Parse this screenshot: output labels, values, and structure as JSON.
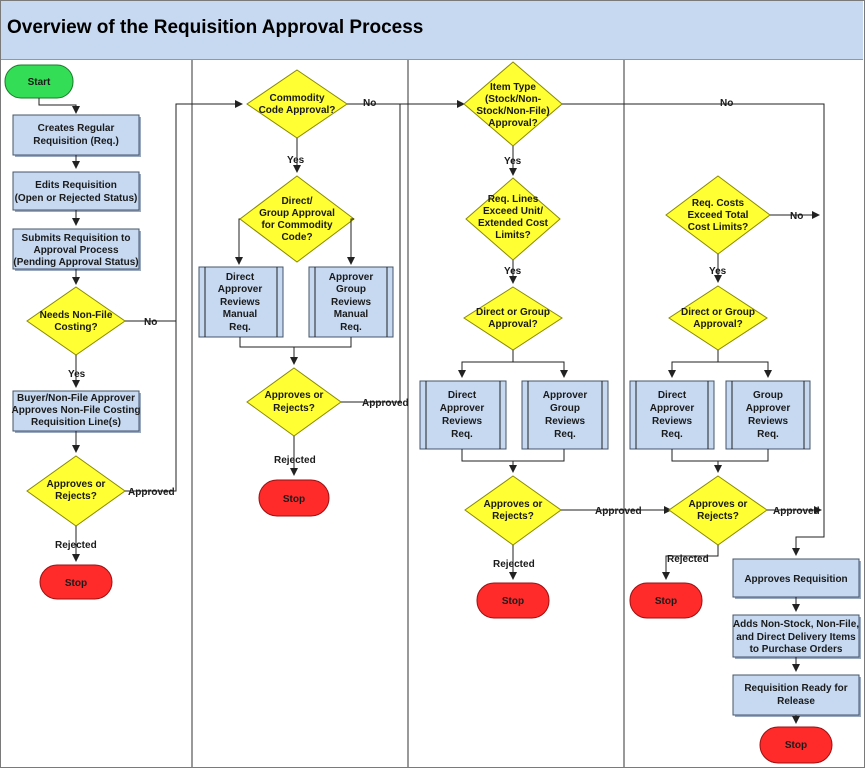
{
  "title": "Overview of the Requisition Approval Process",
  "nodes": {
    "start": "Start",
    "create": [
      "Creates Regular",
      "Requisition (Req.)"
    ],
    "edit": [
      "Edits Requisition",
      "(Open or Rejected Status)"
    ],
    "submit": [
      "Submits Requisition to",
      "Approval Process",
      "(Pending Approval Status)"
    ],
    "needs_nonfile": [
      "Needs Non-File",
      "Costing?"
    ],
    "buyer": [
      "Buyer/Non-File Approver",
      "Approves Non-File Costing",
      "Requisition Line(s)"
    ],
    "approves1": [
      "Approves or",
      "Rejects?"
    ],
    "stop1": "Stop",
    "commodity": [
      "Commodity",
      "Code Approval?"
    ],
    "direct_group_commodity": [
      "Direct/",
      "Group Approval",
      "for Commodity",
      "Code?"
    ],
    "direct_manual": [
      "Direct",
      "Approver",
      "Reviews",
      "Manual",
      "Req."
    ],
    "group_manual": [
      "Approver",
      "Group",
      "Reviews",
      "Manual",
      "Req."
    ],
    "approves2": [
      "Approves or",
      "Rejects?"
    ],
    "stop2": "Stop",
    "itemtype": [
      "Item Type",
      "(Stock/Non-",
      "Stock/Non-File)",
      "Approval?"
    ],
    "reqlines": [
      "Req. Lines",
      "Exceed Unit/",
      "Extended Cost",
      "Limits?"
    ],
    "dg3": [
      "Direct or Group",
      "Approval?"
    ],
    "direct3": [
      "Direct",
      "Approver",
      "Reviews",
      "Req."
    ],
    "group3": [
      "Approver",
      "Group",
      "Reviews",
      "Req."
    ],
    "approves3": [
      "Approves or",
      "Rejects?"
    ],
    "stop3": "Stop",
    "reqcosts": [
      "Req. Costs",
      "Exceed Total",
      "Cost Limits?"
    ],
    "dg4": [
      "Direct or Group",
      "Approval?"
    ],
    "direct4": [
      "Direct",
      "Approver",
      "Reviews",
      "Req."
    ],
    "group4": [
      "Group",
      "Approver",
      "Reviews",
      "Req."
    ],
    "approves4": [
      "Approves or",
      "Rejects?"
    ],
    "stop4": "Stop",
    "approves_req": "Approves Requisition",
    "adds": [
      "Adds Non-Stock, Non-File,",
      "and Direct Delivery Items",
      "to Purchase Orders"
    ],
    "ready": [
      "Requisition Ready for",
      "Release"
    ],
    "stop5": "Stop"
  },
  "labels": {
    "no": "No",
    "yes": "Yes",
    "approved": "Approved",
    "rejected": "Rejected"
  },
  "colors": {
    "process": "#c6d9f1",
    "decision": "#ffff33",
    "stop": "#ff2b2b",
    "start": "#33dd55",
    "header": "#c6d9f1"
  }
}
